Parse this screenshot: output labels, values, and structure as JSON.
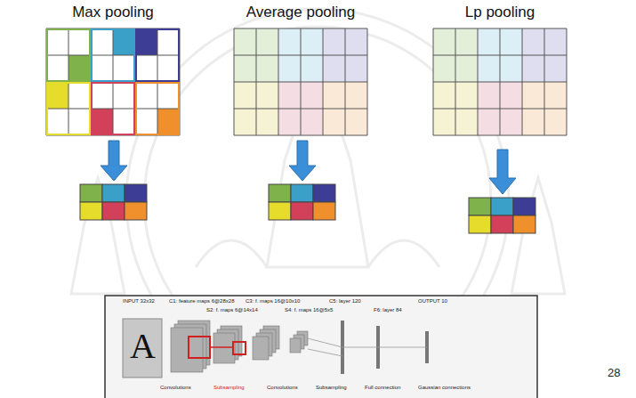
{
  "diagram": {
    "labels": [
      "Max pooling",
      "Average pooling",
      "Lp pooling",
      "INPUT 32x32",
      "C1: feature maps 6@28x28",
      "S2: f. maps 6@14x14",
      "C3: f. maps 16@10x10",
      "S4: f. maps 16@5x5",
      "C5: layer 120",
      "F6: layer 84",
      "OUTPUT 10",
      "A",
      "Convolutions",
      "Subsampling",
      "Convolutions",
      "Subsampling",
      "Full connection",
      "Gaussian connections",
      "28"
    ]
  }
}
